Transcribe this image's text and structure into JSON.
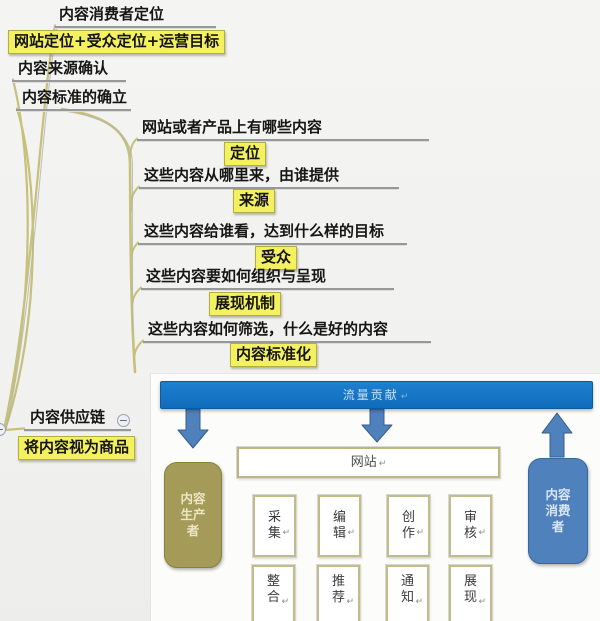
{
  "palette": {
    "highlight_yellow": "#f4f160",
    "branch_olive": "#c6c07a",
    "bar_blue": "#1173c4",
    "shape_blue": "#4f81bd",
    "producer_olive": "#a39b57"
  },
  "mindmap": {
    "topics": {
      "t1": {
        "label": "内容消费者定位",
        "tag": "网站定位+受众定位+运营目标"
      },
      "t2": {
        "label": "内容来源确认"
      },
      "t3": {
        "label": "内容标准的确立"
      },
      "t4": {
        "label": "内容供应链",
        "tag": "将内容视为商品"
      }
    },
    "subtopics": [
      {
        "label": "网站或者产品上有哪些内容",
        "tag": "定位"
      },
      {
        "label": "这些内容从哪里来，由谁提供",
        "tag": "来源"
      },
      {
        "label": "这些内容给谁看，达到什么样的目标",
        "tag": "受众"
      },
      {
        "label": "这些内容要如何组织与呈现",
        "tag": "展现机制"
      },
      {
        "label": "这些内容如何筛选，什么是好的内容",
        "tag": "内容标准化"
      }
    ],
    "collapse_symbol": "−"
  },
  "diagram": {
    "header": "流量贡献",
    "website": "网站",
    "producer": "内容生产者",
    "consumer": "内容消费者",
    "processes_row1": [
      "采集",
      "编辑",
      "创作",
      "审核"
    ],
    "processes_row2": [
      "整合",
      "推荐",
      "通知",
      "展现"
    ],
    "return_mark": "↵"
  }
}
